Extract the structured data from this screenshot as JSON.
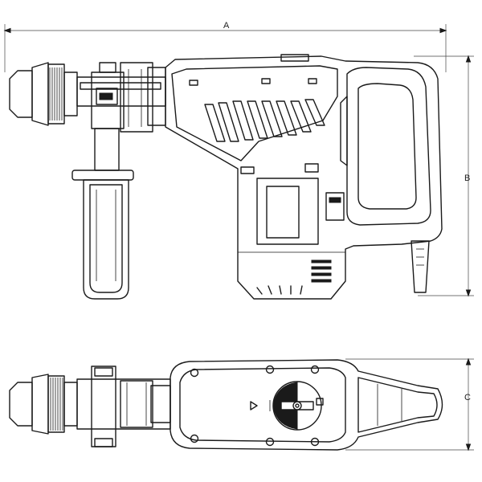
{
  "dimensions": {
    "A": "A",
    "B": "B",
    "C": "C"
  },
  "colors": {
    "line": "#1a1a1a",
    "background": "#ffffff"
  }
}
